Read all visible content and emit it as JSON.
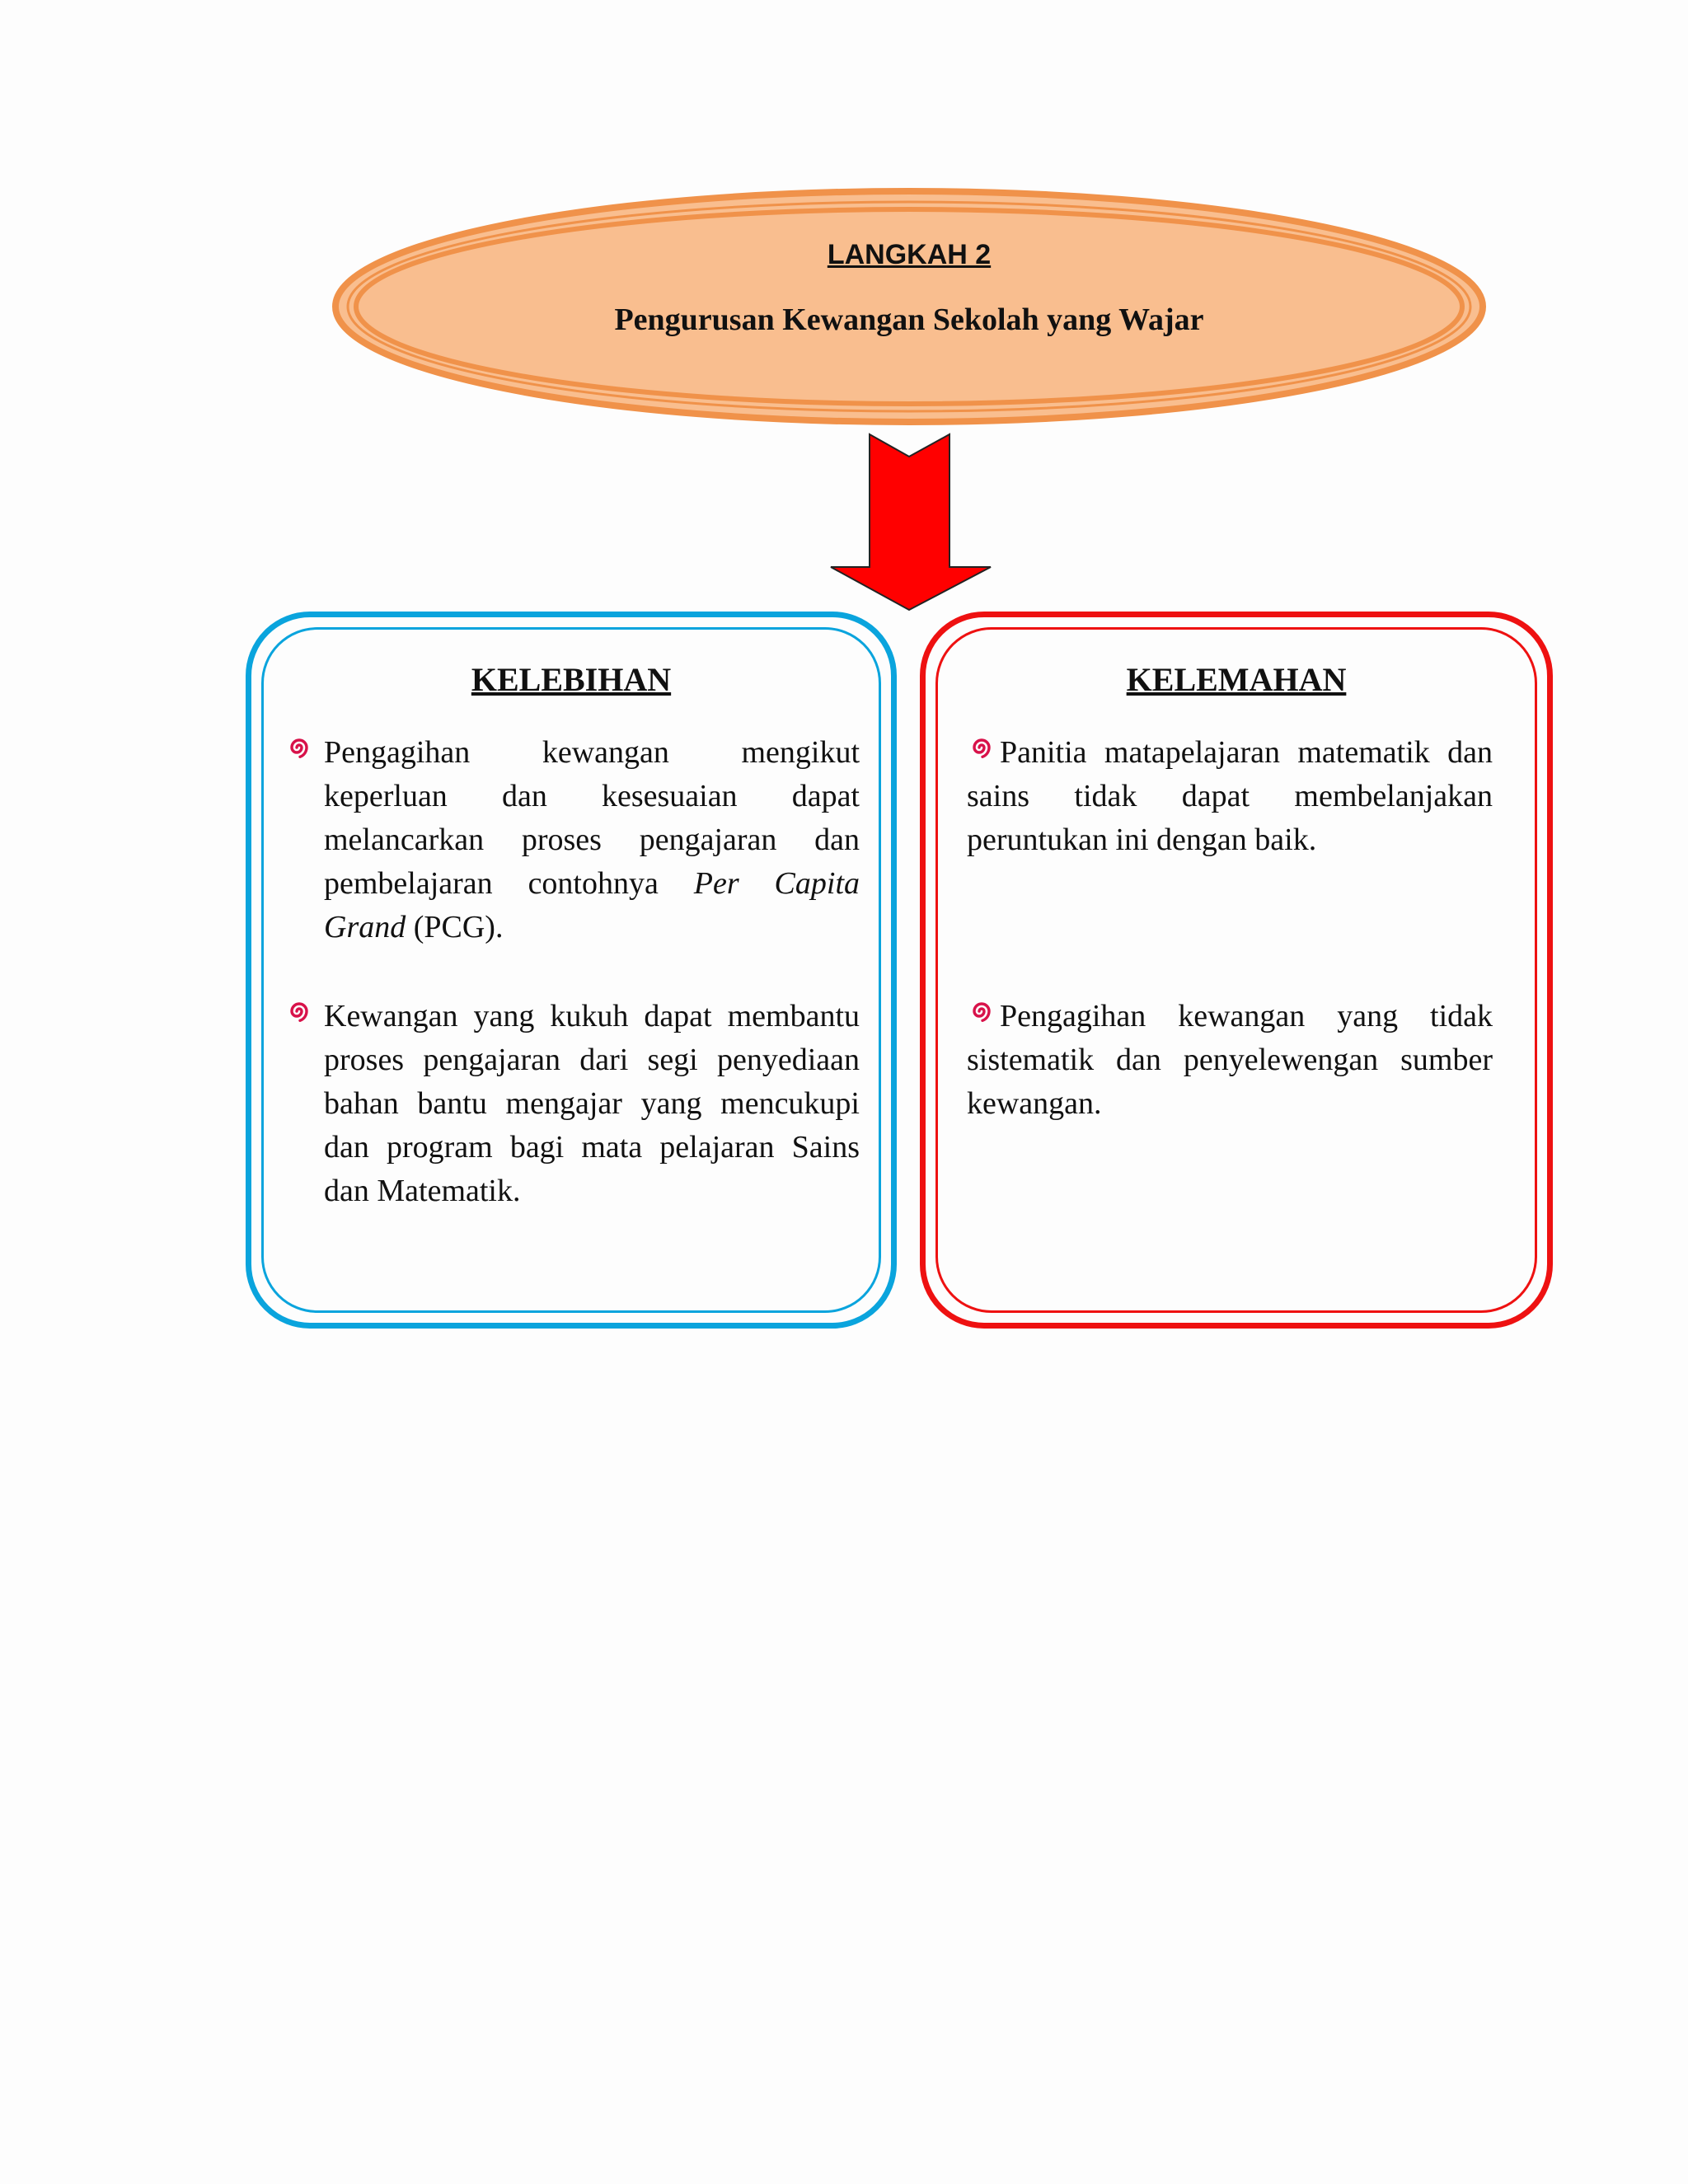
{
  "header": {
    "step_label": "LANGKAH 2",
    "title": "Pengurusan Kewangan Sekolah yang Wajar"
  },
  "kelebihan": {
    "heading": "KELEBIHAN",
    "items": [
      {
        "before": "Pengagihan kewangan mengikut keperluan dan kesesuaian dapat melancarkan proses pengajaran dan pembelajaran contohnya ",
        "italic": "Per Capita Grand",
        "after": " (PCG)."
      },
      {
        "text": "Kewangan yang kukuh dapat membantu proses pengajaran dari segi penyediaan bahan bantu mengajar yang mencukupi dan program bagi mata pelajaran Sains dan Matematik."
      }
    ]
  },
  "kelemahan": {
    "heading": "KELEMAHAN",
    "items": [
      {
        "text": "Panitia matapelajaran matematik dan sains tidak dapat membelanjakan peruntukan ini dengan baik."
      },
      {
        "text": "Pengagihan kewangan yang tidak sistematik dan penyelewengan sumber kewangan."
      }
    ]
  },
  "colors": {
    "oval_fill": "#f9be8f",
    "oval_border": "#f0924a",
    "arrow": "#ff0000",
    "left_border": "#0aa4dd",
    "right_border": "#ee1111",
    "bullet": "#d8124a"
  },
  "icons": {
    "bullet": "spiral-bullet-icon",
    "arrow": "down-arrow-icon"
  }
}
